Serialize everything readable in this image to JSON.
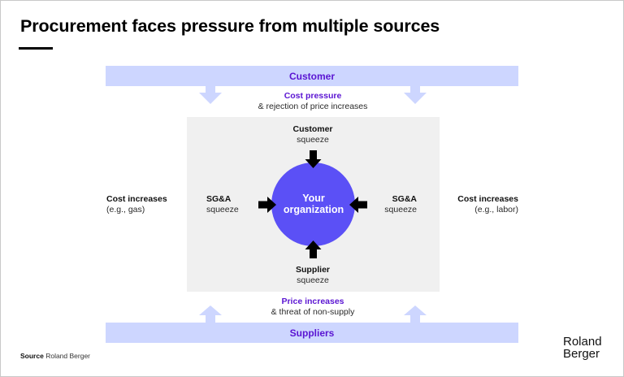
{
  "title": "Procurement faces pressure from multiple sources",
  "customer_bar": {
    "label": "Customer"
  },
  "cost_pressure": {
    "heading": "Cost pressure",
    "detail": "& rejection of price increases"
  },
  "center": {
    "line1": "Your",
    "line2": "organization"
  },
  "squeezes": {
    "top": {
      "heading": "Customer",
      "detail": "squeeze"
    },
    "left": {
      "heading": "SG&A",
      "detail": "squeeze"
    },
    "right": {
      "heading": "SG&A",
      "detail": "squeeze"
    },
    "bottom": {
      "heading": "Supplier",
      "detail": "squeeze"
    }
  },
  "cost_increases_left": {
    "heading": "Cost increases",
    "detail": "(e.g., gas)"
  },
  "cost_increases_right": {
    "heading": "Cost increases",
    "detail": "(e.g., labor)"
  },
  "price_increases": {
    "heading": "Price increases",
    "detail": "& threat of non-supply"
  },
  "suppliers_bar": {
    "label": "Suppliers"
  },
  "source": {
    "label": "Source",
    "value": "Roland Berger"
  },
  "logo": {
    "line1": "Roland",
    "line2": "Berger"
  },
  "colors": {
    "accent_text": "#5a14d2",
    "bar_fill": "#cdd6ff",
    "organization_circle": "#5b50f6",
    "inner_panel": "#f0f0f0",
    "squeeze_arrow": "#000000"
  }
}
